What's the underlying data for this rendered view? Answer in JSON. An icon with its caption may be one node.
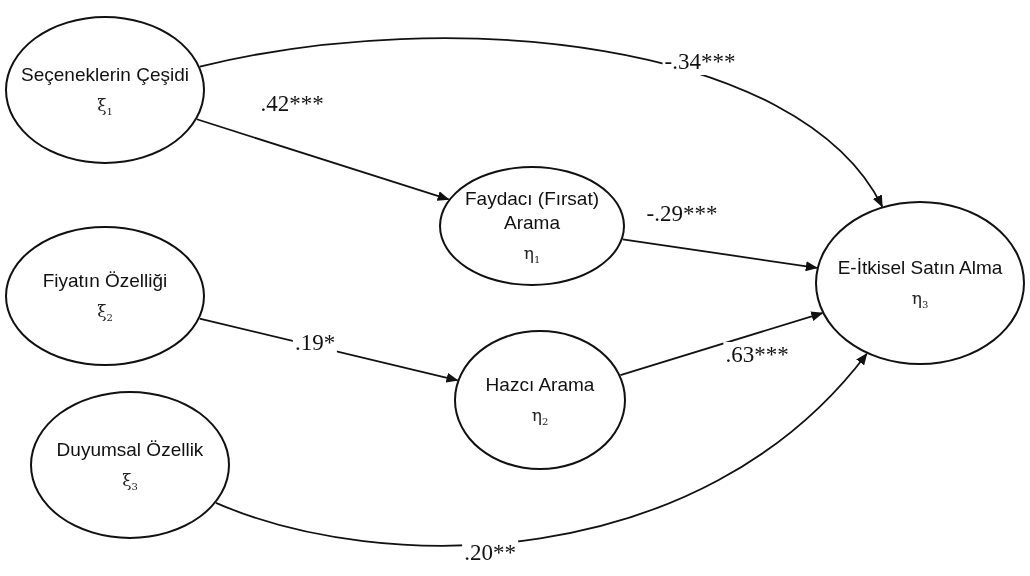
{
  "diagram": {
    "nodes": [
      {
        "text": [
          "Seçeneklerin Çeşidi",
          "ξ$_{1}$"
        ]
      },
      {
        "text": [
          "Faydacı (Fırsat) Arama",
          "η$_{1}$"
        ]
      },
      {
        "text": [
          "Fiyatın Özelliği",
          "ξ$_{2}$"
        ]
      },
      {
        "text": [
          "Hazcı Arama",
          "η$_{2}$"
        ]
      },
      {
        "text": [
          "Duyumsal Özellik",
          "ξ$_{3}$"
        ]
      },
      {
        "text": [
          "E-İtkisel Satın Alma",
          "η$_{3}$"
        ]
      }
    ],
    "edges": [
      {
        "from": 0,
        "to": 5,
        "arrow": "to",
        "label": "-.34***"
      },
      {
        "from": 0,
        "to": 1,
        "arrow": "to",
        "label": ".42***"
      },
      {
        "from": 1,
        "to": 5,
        "arrow": "to",
        "label": "-.29***"
      },
      {
        "from": 2,
        "to": 3,
        "arrow": "to",
        "label": ".19*"
      },
      {
        "from": 3,
        "to": 5,
        "arrow": "to",
        "label": ".63***"
      },
      {
        "from": 4,
        "to": 5,
        "arrow": "to",
        "label": ".20**"
      }
    ]
  }
}
